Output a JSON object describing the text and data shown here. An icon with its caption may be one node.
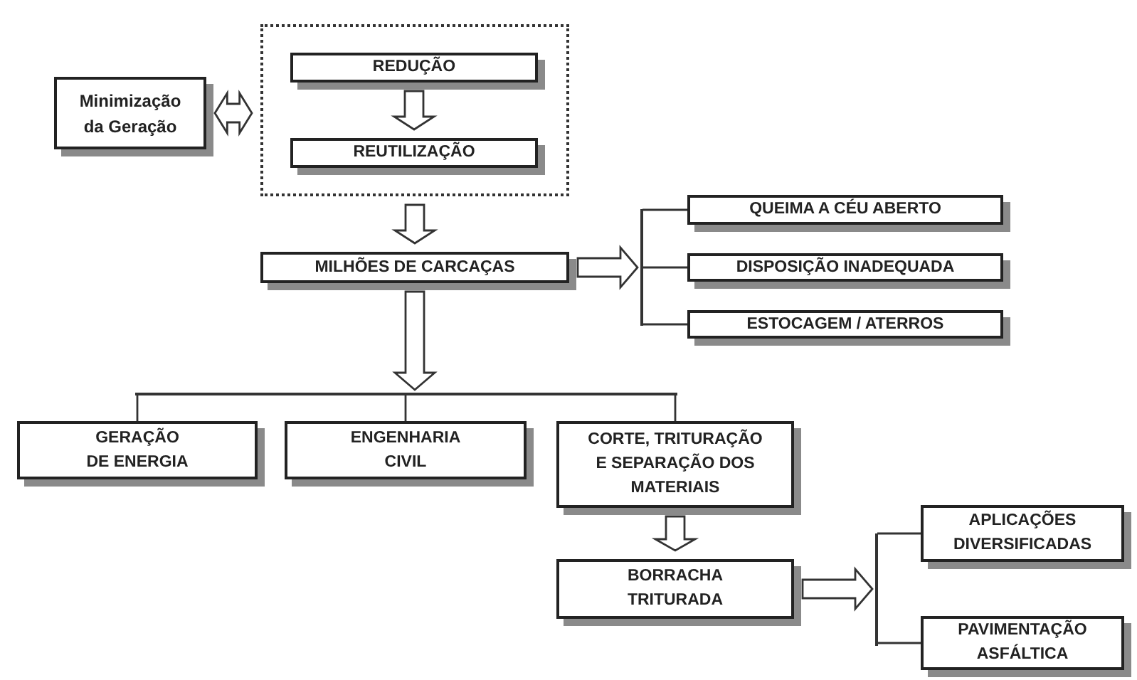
{
  "diagram": {
    "nodes": [
      {
        "text": [
          "Minimização da Geração"
        ]
      },
      {
        "text": [],
        "shape": "box"
      },
      {
        "text": [
          "REDUÇÃO"
        ],
        "in": 1
      },
      {
        "text": [
          "REUTILIZAÇÃO"
        ],
        "in": 1
      },
      {
        "text": [
          "MILHÕES DE CARCAÇAS"
        ]
      },
      {
        "text": [
          "QUEIMA A CÉU ABERTO"
        ]
      },
      {
        "text": [
          "DISPOSIÇÃO INADEQUADA"
        ]
      },
      {
        "text": [
          "ESTOCAGEM / ATERROS"
        ]
      },
      {
        "text": [
          "GERAÇÃO DE ENERGIA"
        ]
      },
      {
        "text": [
          "ENGENHARIA CIVIL"
        ]
      },
      {
        "text": [
          "CORTE, TRITURAÇÃO E SEPARAÇÃO DOS MATERIAIS"
        ]
      },
      {
        "text": [
          "BORRACHA TRITURADA"
        ]
      },
      {
        "text": [
          "APLICAÇÕES DIVERSIFICADAS"
        ]
      },
      {
        "text": [
          "PAVIMENTAÇÃO ASFÁLTICA"
        ]
      },
      {
        "text": [],
        "shape": "bar"
      },
      {
        "text": [],
        "shape": "bar"
      },
      {
        "text": [],
        "shape": "bar"
      }
    ],
    "edges": [
      {
        "from": 0,
        "to": 1,
        "arrow": "both"
      },
      {
        "from": 2,
        "to": 3,
        "arrow": "to"
      },
      {
        "from": 1,
        "to": 4,
        "arrow": "to"
      },
      {
        "from": 4,
        "to": 14,
        "arrow": "to"
      },
      {
        "from": 14,
        "to": 5,
        "arrow": "none"
      },
      {
        "from": 14,
        "to": 6,
        "arrow": "none"
      },
      {
        "from": 14,
        "to": 7,
        "arrow": "none"
      },
      {
        "from": 4,
        "to": 15,
        "arrow": "to"
      },
      {
        "from": 15,
        "to": 8,
        "arrow": "none"
      },
      {
        "from": 15,
        "to": 9,
        "arrow": "none"
      },
      {
        "from": 15,
        "to": 10,
        "arrow": "none"
      },
      {
        "from": 10,
        "to": 11,
        "arrow": "to"
      },
      {
        "from": 11,
        "to": 16,
        "arrow": "to"
      },
      {
        "from": 16,
        "to": 12,
        "arrow": "none"
      },
      {
        "from": 16,
        "to": 13,
        "arrow": "none"
      }
    ]
  }
}
